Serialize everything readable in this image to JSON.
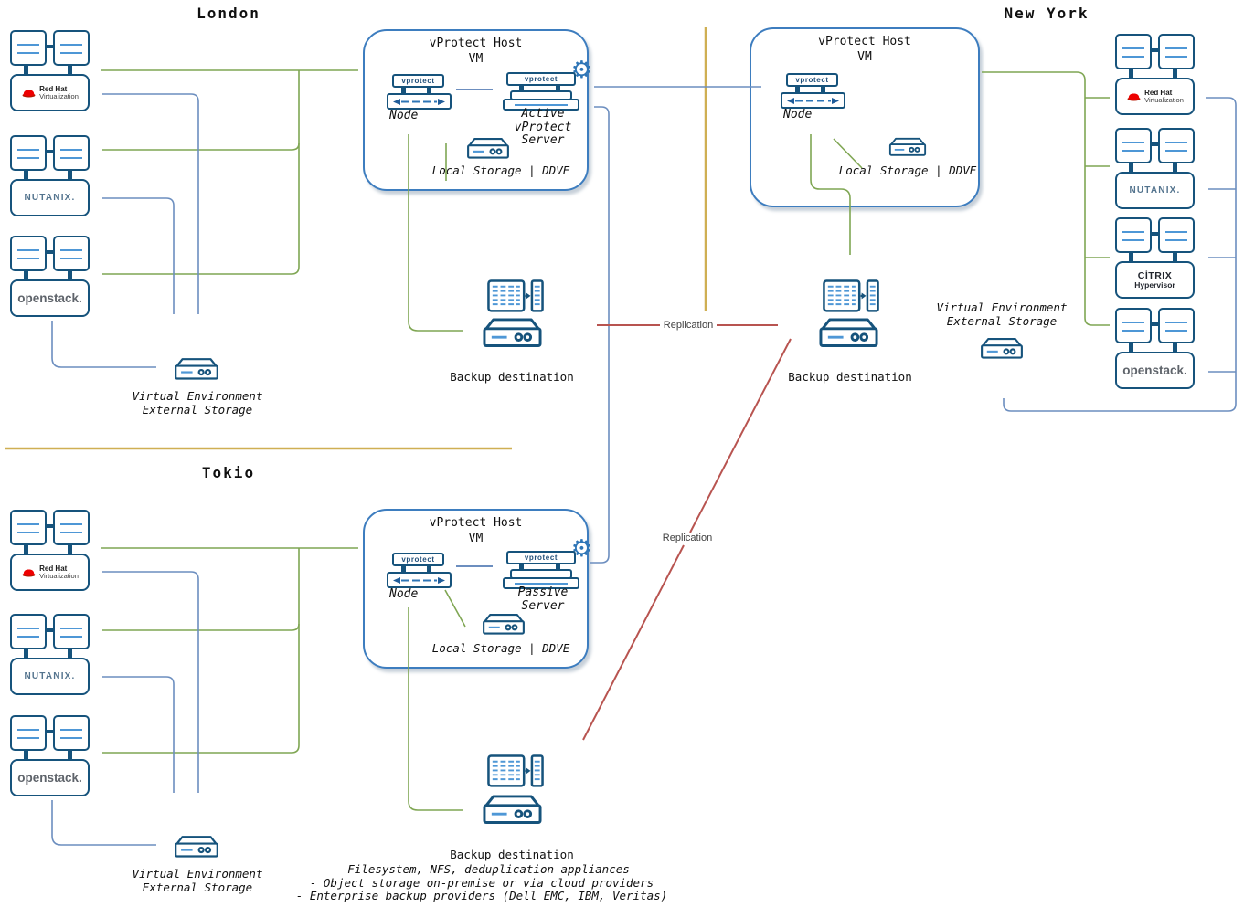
{
  "titles": {
    "london": "London",
    "new_york": "New York",
    "tokio": "Tokio"
  },
  "host": {
    "title": "vProtect Host\nVM",
    "logo": "vprotect",
    "node": "Node",
    "active_server": "Active\nvProtect\nServer",
    "passive_server": "Passive\nServer",
    "local_storage": "Local Storage | DDVE"
  },
  "logos": {
    "redhat_name": "Red Hat",
    "redhat_product": "Virtualization",
    "nutanix": "NUTANIX.",
    "openstack": "openstack.",
    "citrix": "CİTRIX",
    "citrix_product": "Hypervisor"
  },
  "labels": {
    "backup_destination": "Backup destination",
    "virtual_env_storage": "Virtual Environment\nExternal Storage",
    "replication": "Replication",
    "backup_options": "- Filesystem, NFS, deduplication appliances\n- Object storage on-premise or via cloud providers\n- Enterprise backup providers (Dell EMC, IBM, Veritas)"
  },
  "colors": {
    "icon_stroke": "#16537C",
    "accent_light": "#4E97D6",
    "host_border": "#3D7DBF",
    "green_arrow": "#7FA653",
    "blue_arrow": "#6C8EBF",
    "red_arrow": "#B85450",
    "divider_tan": "#CFAF53"
  }
}
